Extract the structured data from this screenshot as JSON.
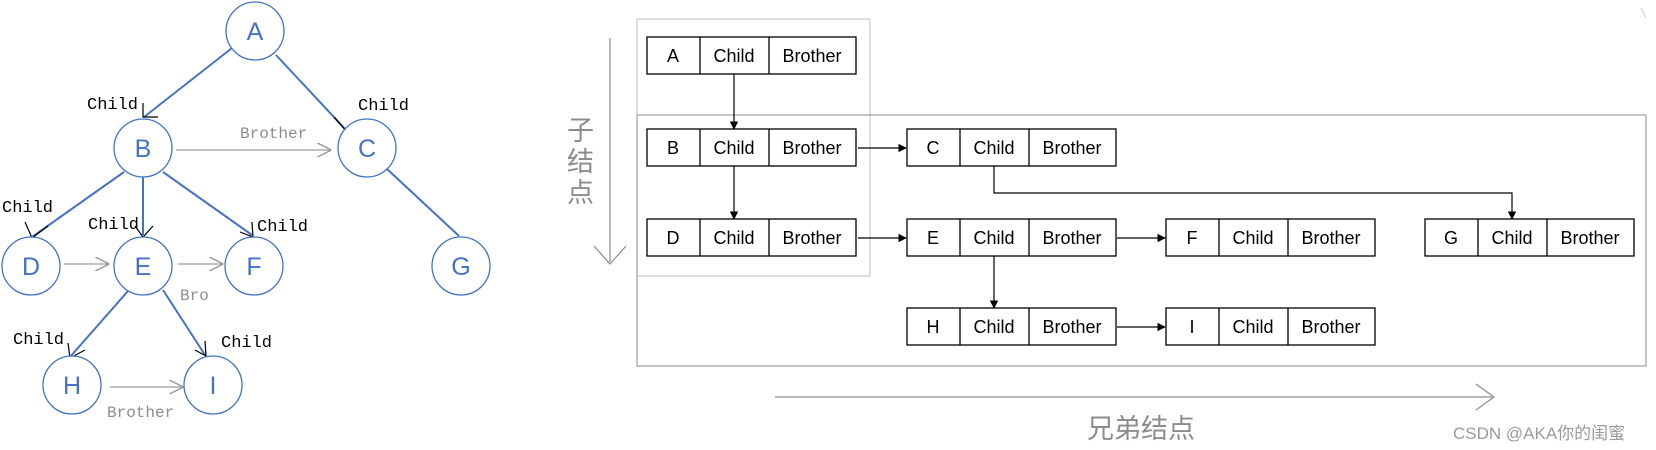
{
  "tree": {
    "nodes": [
      "A",
      "B",
      "C",
      "D",
      "E",
      "F",
      "G",
      "H",
      "I"
    ],
    "child_label": "Child",
    "brother_label": "Brother",
    "bro_short_label": "Bro"
  },
  "records": [
    {
      "name": "A",
      "child": "Child",
      "brother": "Brother"
    },
    {
      "name": "B",
      "child": "Child",
      "brother": "Brother"
    },
    {
      "name": "C",
      "child": "Child",
      "brother": "Brother"
    },
    {
      "name": "D",
      "child": "Child",
      "brother": "Brother"
    },
    {
      "name": "E",
      "child": "Child",
      "brother": "Brother"
    },
    {
      "name": "F",
      "child": "Child",
      "brother": "Brother"
    },
    {
      "name": "G",
      "child": "Child",
      "brother": "Brother"
    },
    {
      "name": "H",
      "child": "Child",
      "brother": "Brother"
    },
    {
      "name": "I",
      "child": "Child",
      "brother": "Brother"
    }
  ],
  "axes": {
    "vertical_label": "子结点",
    "horizontal_label": "兄弟结点"
  },
  "watermark": "CSDN @AKA你的闺蜜",
  "colors": {
    "node_blue": "#4472c4",
    "gray": "#8c8c8c",
    "black": "#000000"
  }
}
